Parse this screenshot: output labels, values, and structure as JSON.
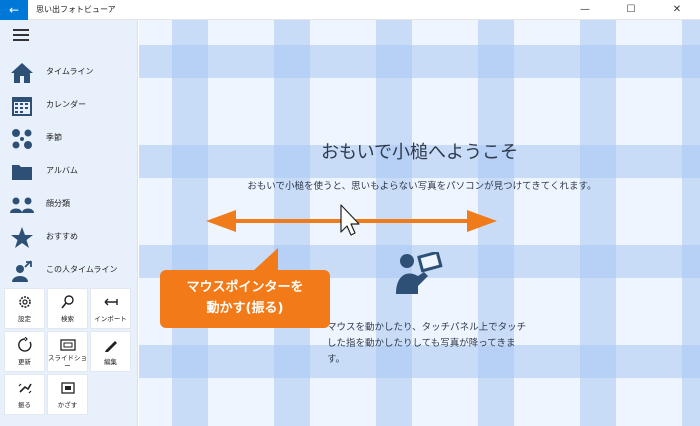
{
  "titlebar": {
    "back_icon": "←",
    "title": "思い出フォトビューア",
    "minimize_glyph": "—",
    "maximize_glyph": "☐",
    "close_glyph": "✕"
  },
  "sidebar": {
    "items": [
      {
        "label": "タイムライン",
        "icon": "home-icon"
      },
      {
        "label": "カレンダー",
        "icon": "calendar-icon"
      },
      {
        "label": "季節",
        "icon": "seasons-icon"
      },
      {
        "label": "アルバム",
        "icon": "folder-icon"
      },
      {
        "label": "顔分類",
        "icon": "faces-icon"
      },
      {
        "label": "おすすめ",
        "icon": "star-icon"
      },
      {
        "label": "この人タイムライン",
        "icon": "person-timeline-icon"
      }
    ],
    "tiles": [
      {
        "label": "設定",
        "icon": "gear-icon"
      },
      {
        "label": "検索",
        "icon": "search-icon"
      },
      {
        "label": "インポート",
        "icon": "import-icon"
      },
      {
        "label": "更新",
        "icon": "refresh-icon"
      },
      {
        "label": "スライドショー",
        "icon": "slideshow-icon"
      },
      {
        "label": "編集",
        "icon": "pen-icon"
      },
      {
        "label": "振る",
        "icon": "shake-icon"
      },
      {
        "label": "かざす",
        "icon": "frame-icon"
      }
    ]
  },
  "main": {
    "title": "おもいで小槌へようこそ",
    "subtitle": "おもいで小槌を使うと、思いもよらない写真をパソコンが見つけてきてくれます。",
    "hint": "マウスを動かしたり、タッチパネル上でタッチした指を動かしたりしても写真が降ってきます。"
  },
  "callout": {
    "line1": "マウスポインターを",
    "line2": "動かす(振る)"
  },
  "colors": {
    "accent": "#0078d7",
    "callout": "#f37a18",
    "arrow": "#ef7b1a",
    "sidebar": "#e8f1fb",
    "icon": "#2f5076",
    "plaid_light": "#eef5ff",
    "plaid_mid": "#c9dcf8",
    "plaid_dark": "#a9c6f2"
  }
}
